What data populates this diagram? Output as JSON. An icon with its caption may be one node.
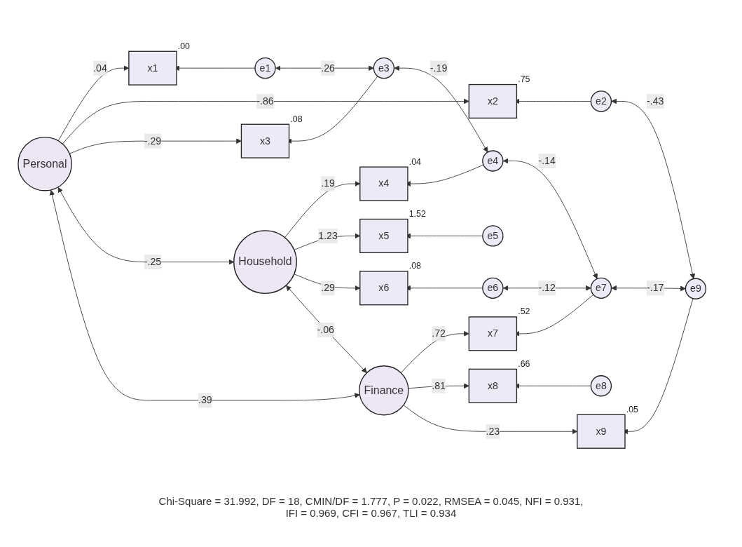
{
  "diagram": {
    "caption": "Chi-Square = 31.992, DF = 18, CMIN/DF = 1.777, P = 0.022, RMSEA = 0.045, NFI = 0.931, IFI = 0.969, CFI = 0.967, TLI = 0.934",
    "nodes": [
      {
        "text": [
          "Personal"
        ]
      },
      {
        "text": [
          "Household"
        ]
      },
      {
        "text": [
          "Finance"
        ]
      },
      {
        "text": [
          "x1"
        ],
        "beside": [
          ".00"
        ]
      },
      {
        "text": [
          "x2"
        ],
        "beside": [
          ".75"
        ]
      },
      {
        "text": [
          "x3"
        ],
        "beside": [
          ".08"
        ]
      },
      {
        "text": [
          "x4"
        ],
        "beside": [
          ".04"
        ]
      },
      {
        "text": [
          "x5"
        ],
        "beside": [
          "1.52"
        ]
      },
      {
        "text": [
          "x6"
        ],
        "beside": [
          ".08"
        ]
      },
      {
        "text": [
          "x7"
        ],
        "beside": [
          ".52"
        ]
      },
      {
        "text": [
          "x8"
        ],
        "beside": [
          ".66"
        ]
      },
      {
        "text": [
          "x9"
        ],
        "beside": [
          ".05"
        ]
      },
      {
        "text": [
          "e1"
        ]
      },
      {
        "text": [
          "e2"
        ]
      },
      {
        "text": [
          "e3"
        ]
      },
      {
        "text": [
          "e4"
        ]
      },
      {
        "text": [
          "e5"
        ]
      },
      {
        "text": [
          "e6"
        ]
      },
      {
        "text": [
          "e7"
        ]
      },
      {
        "text": [
          "e8"
        ]
      },
      {
        "text": [
          "e9"
        ]
      }
    ],
    "edges": [
      {
        "from": 0,
        "to": 3,
        "arrow": "to",
        "label": ".04"
      },
      {
        "from": 0,
        "to": 4,
        "arrow": "to",
        "label": "-.86"
      },
      {
        "from": 0,
        "to": 5,
        "arrow": "to",
        "label": "-.29"
      },
      {
        "from": 1,
        "to": 6,
        "arrow": "to",
        "label": ".19"
      },
      {
        "from": 1,
        "to": 7,
        "arrow": "to",
        "label": "1.23"
      },
      {
        "from": 1,
        "to": 8,
        "arrow": "to",
        "label": ".29"
      },
      {
        "from": 2,
        "to": 9,
        "arrow": "to",
        "label": ".72"
      },
      {
        "from": 2,
        "to": 10,
        "arrow": "to",
        "label": ".81"
      },
      {
        "from": 2,
        "to": 11,
        "arrow": "to",
        "label": ".23"
      },
      {
        "from": 12,
        "to": 3,
        "arrow": "to"
      },
      {
        "from": 13,
        "to": 4,
        "arrow": "to"
      },
      {
        "from": 14,
        "to": 5,
        "arrow": "to"
      },
      {
        "from": 15,
        "to": 6,
        "arrow": "to"
      },
      {
        "from": 16,
        "to": 7,
        "arrow": "to"
      },
      {
        "from": 17,
        "to": 8,
        "arrow": "to"
      },
      {
        "from": 18,
        "to": 9,
        "arrow": "to"
      },
      {
        "from": 19,
        "to": 10,
        "arrow": "to"
      },
      {
        "from": 20,
        "to": 11,
        "arrow": "to"
      },
      {
        "from": 0,
        "to": 1,
        "arrow": "both",
        "label": "-.25"
      },
      {
        "from": 0,
        "to": 2,
        "arrow": "both",
        "label": ".39"
      },
      {
        "from": 1,
        "to": 2,
        "arrow": "both",
        "label": "-.06"
      },
      {
        "from": 12,
        "to": 14,
        "arrow": "both",
        "label": ".26"
      },
      {
        "from": 13,
        "to": 20,
        "arrow": "both",
        "label": "-.43"
      },
      {
        "from": 14,
        "to": 15,
        "arrow": "both",
        "label": "-.19"
      },
      {
        "from": 15,
        "to": 18,
        "arrow": "both",
        "label": "-.14"
      },
      {
        "from": 17,
        "to": 18,
        "arrow": "both",
        "label": "-.12"
      },
      {
        "from": 18,
        "to": 20,
        "arrow": "both",
        "label": "-.17"
      }
    ]
  }
}
